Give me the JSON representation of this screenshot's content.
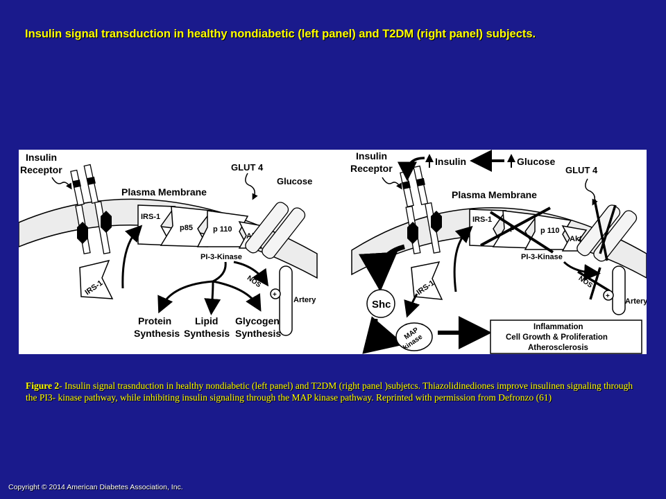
{
  "slide": {
    "title": "Insulin signal transduction in healthy nondiabetic (left panel) and T2DM (right panel) subjects.",
    "copyright": "Copyright © 2014 American Diabetes Association, Inc."
  },
  "caption": {
    "label": "Figure 2",
    "text": "- Insulin signal trasnduction in  healthy nondiabetic (left panel) and T2DM (right panel )subjetcs. Thiazolidinediones improve insulinen signaling through the PI3- kinase pathway, while inhibiting insulin  signaling through the  MAP kinase pathway. Reprinted with permission from Defronzo (61)"
  },
  "left_panel": {
    "insulin_receptor_line1": "Insulin",
    "insulin_receptor_line2": "Receptor",
    "glut4": "GLUT 4",
    "glucose": "Glucose",
    "plasma_membrane": "Plasma Membrane",
    "irs1_top": "IRS-1",
    "p85": "p85",
    "p110": "p 110",
    "akt": "Akt",
    "pi3k": "PI-3-Kinase",
    "nos": "NOS",
    "plus": "+",
    "artery": "Artery",
    "irs1_bottom": "IRS-1",
    "protein_line1": "Protein",
    "protein_line2": "Synthesis",
    "lipid_line1": "Lipid",
    "lipid_line2": "Synthesis",
    "glycogen_line1": "Glycogen",
    "glycogen_line2": "Synthesis"
  },
  "right_panel": {
    "insulin_receptor_line1": "Insulin",
    "insulin_receptor_line2": "Receptor",
    "insulin": "Insulin",
    "glucose": "Glucose",
    "glut4": "GLUT 4",
    "plasma_membrane": "Plasma Membrane",
    "irs1_top": "IRS-1",
    "p_partial": "p",
    "p110": "p 110",
    "akt": "Akt",
    "pi3k": "PI-3-Kinase",
    "nos_partial": "NOS",
    "plus": "+",
    "artery": "Artery",
    "shc": "Shc",
    "irs1_bottom": "IRS-1",
    "map_line1": "MAP",
    "map_line2": "kinase",
    "effects_line1": "Inflammation",
    "effects_line2": "Cell Growth & Proliferation",
    "effects_line3": "Atherosclerosis"
  },
  "colors": {
    "background": "#1a1a8c",
    "title": "#ffff00",
    "caption": "#ffff00",
    "copyright": "#ffffff",
    "figure_bg": "#ffffff"
  }
}
